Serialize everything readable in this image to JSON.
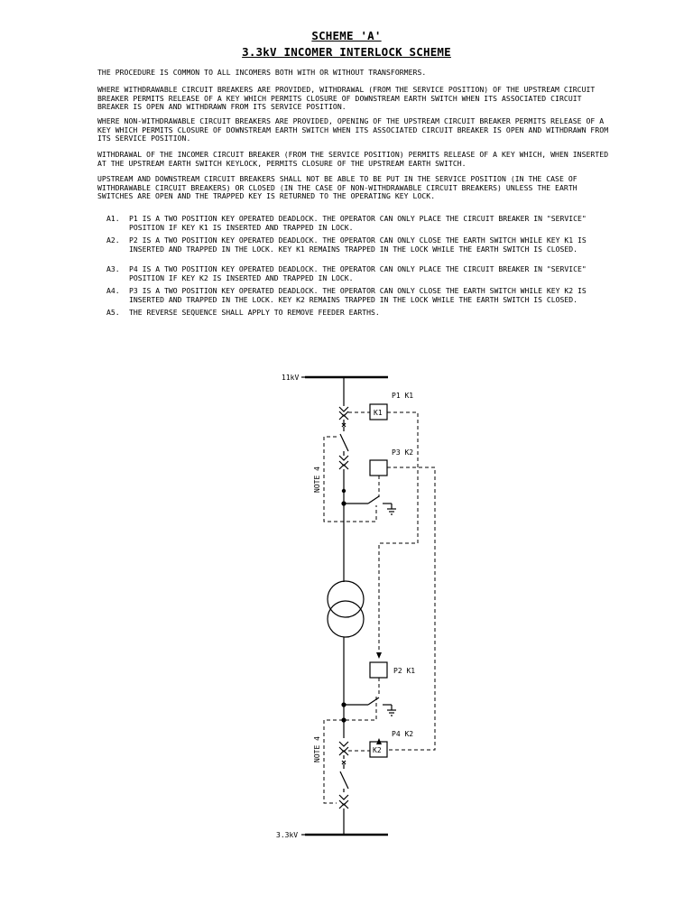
{
  "title": "SCHEME 'A'",
  "subtitle": "3.3kV INCOMER INTERLOCK SCHEME",
  "paragraphs": [
    "THE PROCEDURE IS COMMON TO ALL INCOMERS BOTH WITH OR WITHOUT TRANSFORMERS.",
    "WHERE WITHDRAWABLE CIRCUIT BREAKERS ARE PROVIDED, WITHDRAWAL (FROM THE SERVICE POSITION) OF THE UPSTREAM CIRCUIT BREAKER PERMITS RELEASE OF A KEY WHICH PERMITS CLOSURE OF DOWNSTREAM EARTH SWITCH WHEN ITS ASSOCIATED CIRCUIT BREAKER IS OPEN AND WITHDRAWN FROM ITS SERVICE POSITION.",
    "WHERE NON-WITHDRAWABLE CIRCUIT BREAKERS ARE PROVIDED, OPENING OF THE UPSTREAM CIRCUIT BREAKER PERMITS RELEASE OF A KEY WHICH PERMITS CLOSURE OF DOWNSTREAM EARTH SWITCH WHEN ITS ASSOCIATED CIRCUIT BREAKER IS OPEN AND WITHDRAWN FROM ITS SERVICE POSITION.",
    "WITHDRAWAL OF THE INCOMER CIRCUIT BREAKER (FROM THE SERVICE POSITION) PERMITS RELEASE OF A KEY WHICH, WHEN INSERTED AT THE UPSTREAM EARTH SWITCH KEYLOCK, PERMITS CLOSURE OF THE UPSTREAM EARTH SWITCH.",
    "UPSTREAM AND DOWNSTREAM CIRCUIT BREAKERS SHALL NOT BE ABLE TO BE PUT IN THE SERVICE POSITION (IN THE CASE OF WITHDRAWABLE CIRCUIT BREAKERS) OR CLOSED (IN THE CASE OF NON-WITHDRAWABLE CIRCUIT BREAKERS) UNLESS THE EARTH SWITCHES ARE OPEN AND THE TRAPPED KEY IS RETURNED TO THE OPERATING KEY LOCK."
  ],
  "items": [
    {
      "num": "A1.",
      "text": "P1 IS A TWO POSITION KEY OPERATED DEADLOCK.  THE OPERATOR CAN ONLY PLACE THE CIRCUIT BREAKER IN \"SERVICE\" POSITION IF KEY K1 IS INSERTED AND TRAPPED IN LOCK."
    },
    {
      "num": "A2.",
      "text": "P2 IS A TWO POSITION KEY OPERATED DEADLOCK.  THE OPERATOR CAN ONLY CLOSE THE EARTH SWITCH WHILE KEY K1 IS INSERTED AND TRAPPED IN THE LOCK.  KEY K1 REMAINS TRAPPED IN THE LOCK WHILE THE EARTH SWITCH IS CLOSED."
    },
    {
      "num": "A3.",
      "text": "P4 IS A TWO POSITION KEY OPERATED DEADLOCK.  THE OPERATOR CAN ONLY PLACE THE CIRCUIT BREAKER IN \"SERVICE\" POSITION IF KEY K2 IS INSERTED AND TRAPPED IN LOCK."
    },
    {
      "num": "A4.",
      "text": "P3 IS A TWO POSITION KEY OPERATED DEADLOCK. THE OPERATOR CAN ONLY CLOSE THE EARTH SWITCH WHILE KEY K2 IS INSERTED AND TRAPPED IN THE LOCK.  KEY K2 REMAINS TRAPPED IN THE LOCK WHILE THE EARTH SWITCH IS CLOSED."
    },
    {
      "num": "A5.",
      "text": "THE REVERSE SEQUENCE SHALL APPLY TO REMOVE FEEDER EARTHS."
    }
  ],
  "diagram": {
    "bus_top": "11kV",
    "bus_bottom": "3.3kV",
    "lock_p1": "P1 K1",
    "lock_p3": "P3 K2",
    "lock_p2": "P2 K1",
    "lock_p4": "P4 K2",
    "key_k1": "K1",
    "key_k2": "K2",
    "note_top": "NOTE 4",
    "note_bottom": "NOTE 4"
  }
}
